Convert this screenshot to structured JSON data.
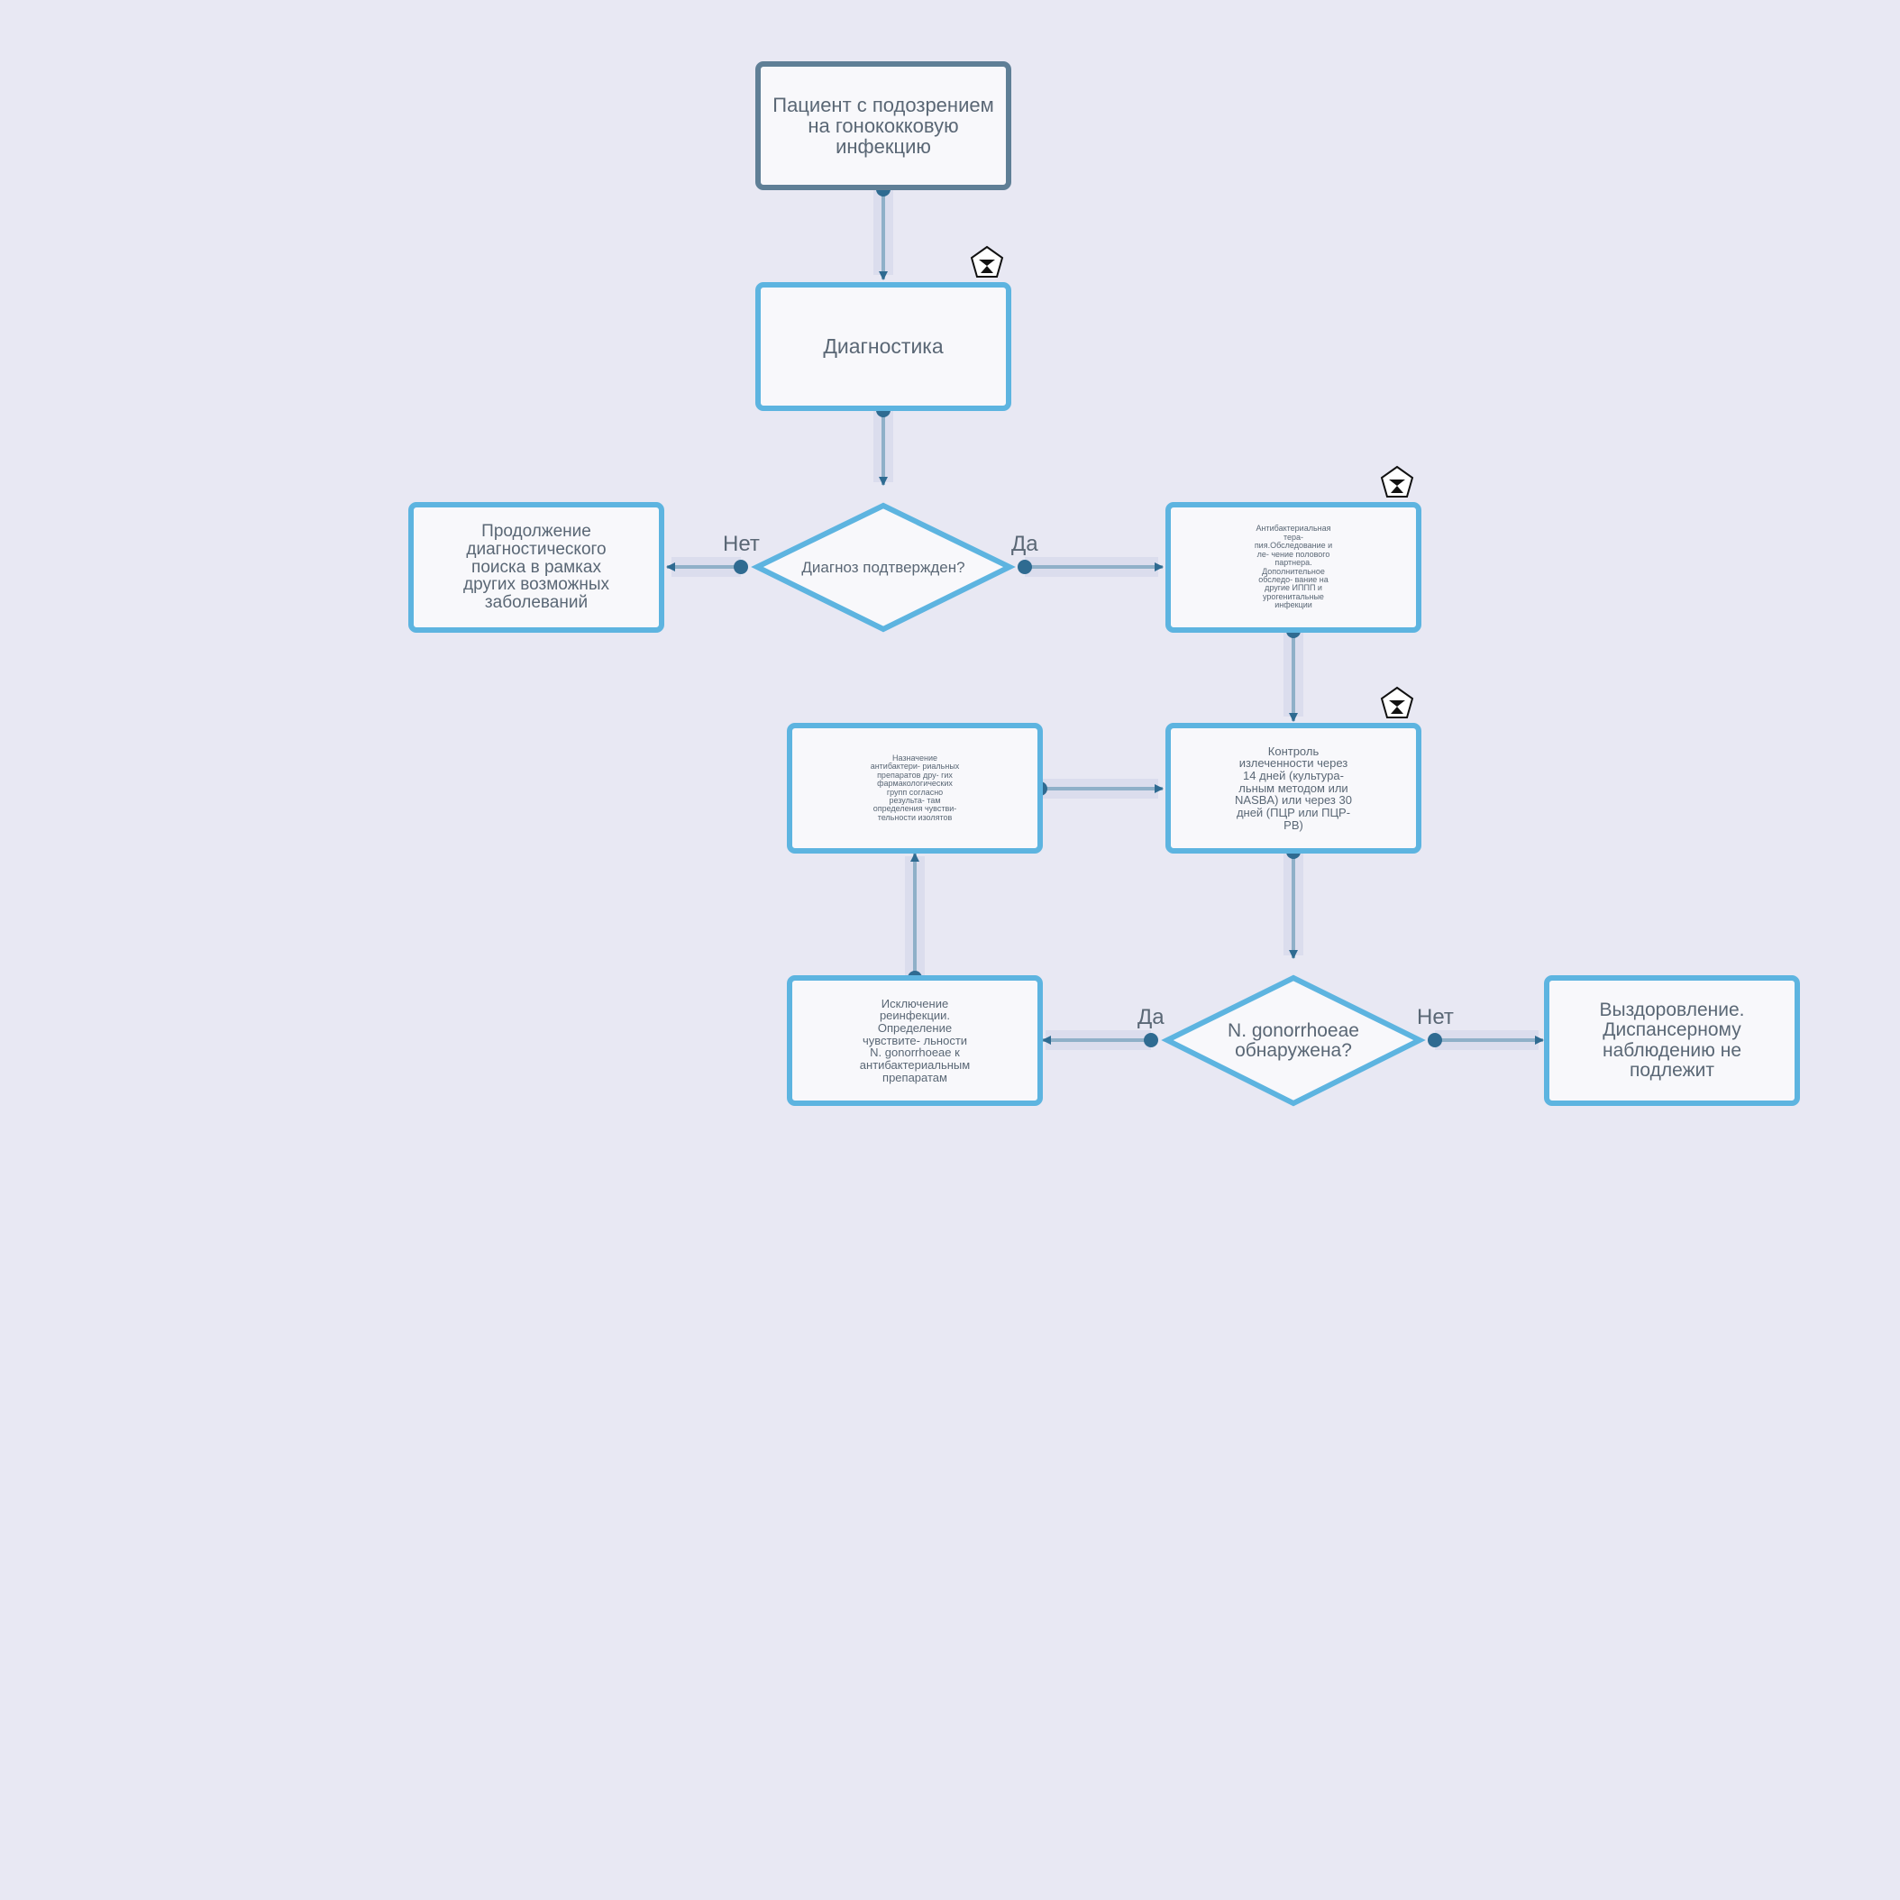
{
  "nodes": {
    "start": "Пациент с подозрением на гонококковую инфекцию",
    "diagnostics": "Диагностика",
    "decision1": "Диагноз подтвержден?",
    "continue_search": "Продолжение диагностического поиска в рамках других возможных заболеваний",
    "therapy": "Антибактериальная тера- пия.Обследование и ле- чение полового партнера. Дополнительное обследо- вание на другие ИППП и урогенитальные инфекции",
    "control": "Контроль излеченности через 14 дней (культура- льным методом или NASBA) или через 30 дней (ПЦР или ПЦР-РВ)",
    "reassign": "Назначение антибактери- риальных препаратов дру- гих фармакологических групп согласно результа- там определения чувстви- тельности изолятов",
    "decision2": "N. gonorrhoeae обнаружена?",
    "exclusion": "Исключение реинфекции. Определение чувствите- льности N. gonorrhoeae к антибактериальным препаратам",
    "recovery": "Выздоровление. Диспансерному наблюдению не подлежит"
  },
  "edge_labels": {
    "d1_no": "Нет",
    "d1_yes": "Да",
    "d2_yes": "Да",
    "d2_no": "Нет"
  },
  "icons": [
    "doctor-badge-icon",
    "doctor-badge-icon",
    "doctor-badge-icon"
  ],
  "colors": {
    "background": "#e8e8f3",
    "node_border": "#5db4e0",
    "start_border": "#5f7f96",
    "arrow": "#2f6b91",
    "wire_halo": "#d9dcec",
    "text": "#5a6775"
  }
}
